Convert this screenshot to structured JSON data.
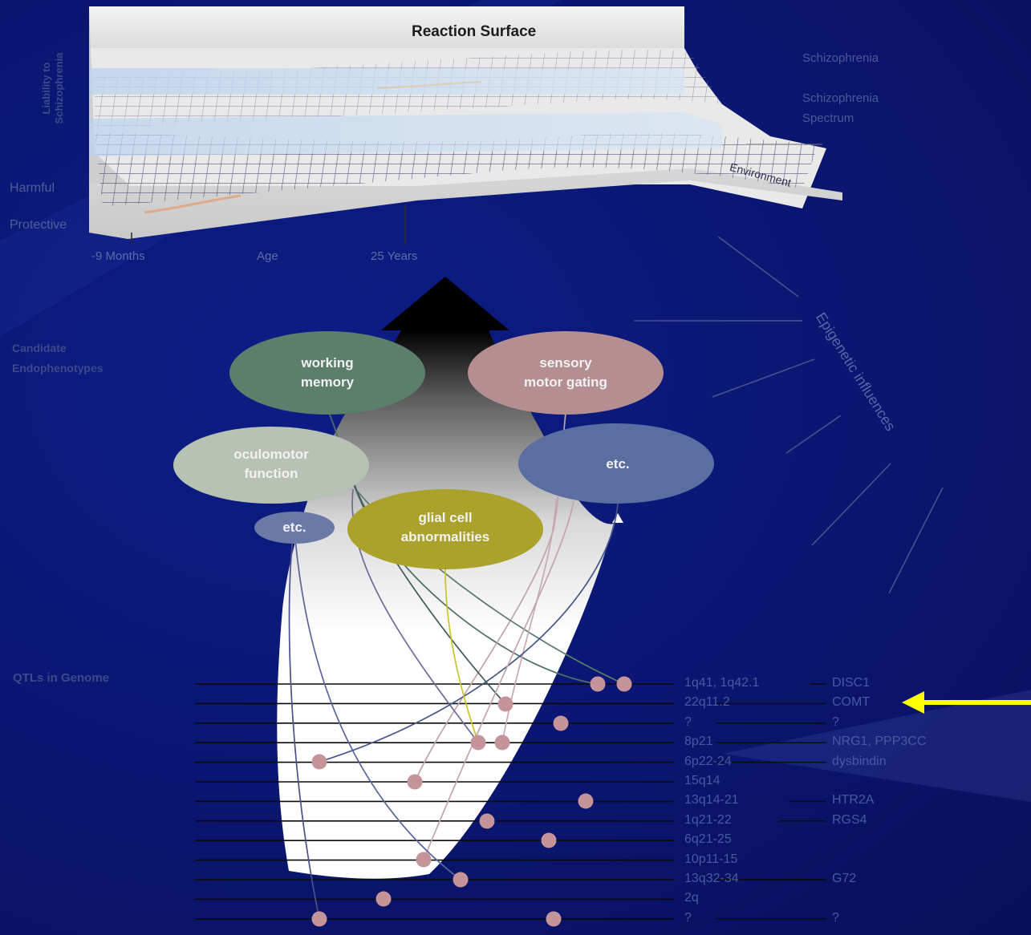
{
  "reaction_surface": {
    "title": "Reaction Surface",
    "y_axis_label_line1": "Liability to",
    "y_axis_label_line2": "Schizophrenia",
    "outcome_1": "Schizophrenia",
    "outcome_2_line1": "Schizophrenia",
    "outcome_2_line2": "Spectrum",
    "environment_label": "Environment",
    "harmful_label": "Harmful",
    "protective_label": "Protective",
    "age_start": "-9 Months",
    "age_label": "Age",
    "age_end": "25 Years"
  },
  "epigenetic_label": "Epigenetic influences",
  "endophenotypes": {
    "heading_line1": "Candidate",
    "heading_line2": "Endophenotypes",
    "items": [
      {
        "line1": "working",
        "line2": "memory",
        "color": "#5b7f6a"
      },
      {
        "line1": "sensory",
        "line2": "motor gating",
        "color": "#b48e91"
      },
      {
        "line1": "oculomotor",
        "line2": "function",
        "color": "#b8c2b4"
      },
      {
        "line1": "etc.",
        "line2": "",
        "color": "#6a79a6"
      },
      {
        "line1": "etc.",
        "line2": "",
        "color": "#5a6ea2"
      },
      {
        "line1": "glial cell",
        "line2": "abnormalities",
        "color": "#aaa22a"
      }
    ]
  },
  "qtl": {
    "heading": "QTLs in Genome",
    "rows": [
      {
        "locus": "1q41, 1q42.1",
        "gene": "DISC1"
      },
      {
        "locus": "22q11.2",
        "gene": "COMT"
      },
      {
        "locus": "?",
        "gene": "?"
      },
      {
        "locus": "8p21",
        "gene": "NRG1, PPP3CC"
      },
      {
        "locus": "6p22-24",
        "gene": "dysbindin"
      },
      {
        "locus": "15q14",
        "gene": ""
      },
      {
        "locus": "13q14-21",
        "gene": "HTR2A"
      },
      {
        "locus": "1q21-22",
        "gene": "RGS4"
      },
      {
        "locus": "6q21-25",
        "gene": ""
      },
      {
        "locus": "10p11-15",
        "gene": ""
      },
      {
        "locus": "13q32-34",
        "gene": "G72"
      },
      {
        "locus": "2q",
        "gene": ""
      },
      {
        "locus": "?",
        "gene": "?"
      }
    ]
  },
  "highlight_arrow": {
    "target_gene": "COMT",
    "color": "#ffff00"
  }
}
